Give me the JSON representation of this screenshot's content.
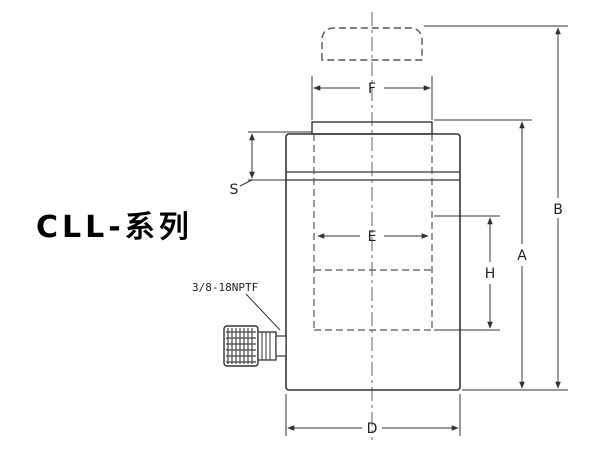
{
  "title": "CLL-系列",
  "port_label": "3/8-18NPTF",
  "dimensions": {
    "A": "A",
    "B": "B",
    "D": "D",
    "E": "E",
    "F": "F",
    "H": "H",
    "S": "S"
  },
  "colors": {
    "line": "#333333",
    "dash": "#555555",
    "background": "#ffffff",
    "knurl": "#444444"
  }
}
